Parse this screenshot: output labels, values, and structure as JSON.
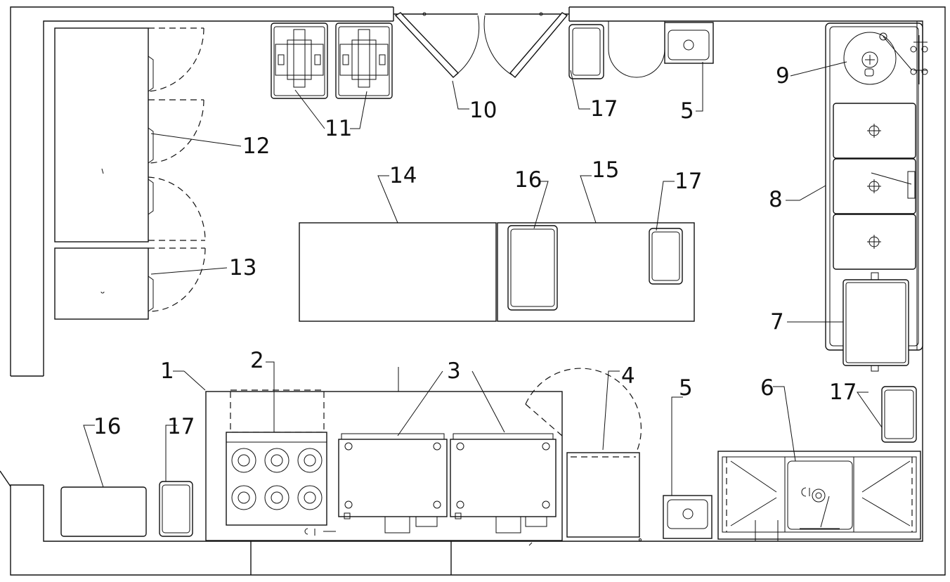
{
  "labels": {
    "l1": "1",
    "l2": "2",
    "l3": "3",
    "l4": "4",
    "l5a": "5",
    "l5b": "5",
    "l6": "6",
    "l7": "7",
    "l8": "8",
    "l9": "9",
    "l10": "10",
    "l11": "11",
    "l12": "12",
    "l13": "13",
    "l14": "14",
    "l15": "15",
    "l16a": "16",
    "l16b": "16",
    "l17a": "17",
    "l17b": "17",
    "l17c": "17",
    "l17d": "17"
  },
  "colors": {
    "line": "#111111",
    "background": "#ffffff"
  }
}
